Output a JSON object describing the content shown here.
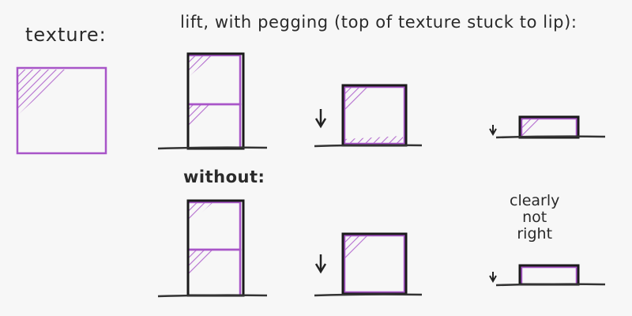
{
  "labels": {
    "texture": "texture:",
    "lift": "lift, with pegging (top of texture stuck to lip):",
    "without": "without:",
    "note_lines": [
      "clearly",
      "not",
      "right"
    ]
  },
  "colors": {
    "background": "#f7f7f7",
    "ink": "#222222",
    "texture": "#a855c8"
  },
  "icons": [
    "down-arrow-icon"
  ]
}
